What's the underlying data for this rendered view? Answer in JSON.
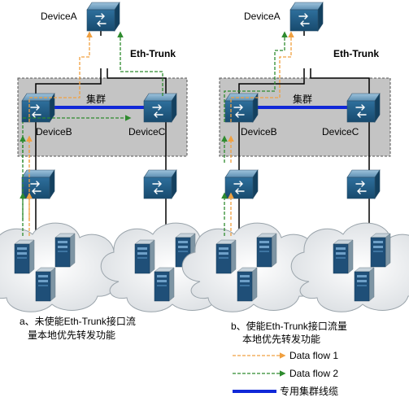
{
  "panels": [
    {
      "device_top": "DeviceA",
      "trunk_label": "Eth-Trunk",
      "cluster_label": "集群",
      "device_left": "DeviceB",
      "device_right": "DeviceC",
      "caption_line1": "a、未使能Eth-Trunk接口流",
      "caption_line2": "量本地优先转发功能"
    },
    {
      "device_top": "DeviceA",
      "trunk_label": "Eth-Trunk",
      "cluster_label": "集群",
      "device_left": "DeviceB",
      "device_right": "DeviceC",
      "caption_line1": "b、使能Eth-Trunk接口流量",
      "caption_line2": "本地优先转发功能"
    }
  ],
  "legend": {
    "flow1": "Data flow 1",
    "flow2": "Data flow 2",
    "cluster_cable": "专用集群线缆"
  },
  "colors": {
    "flow1": "#f0a040",
    "flow2": "#2e8b2e",
    "cluster_link": "#1028d8",
    "cluster_box": "#c4c4c4",
    "switch_front": "#1e5a82"
  }
}
